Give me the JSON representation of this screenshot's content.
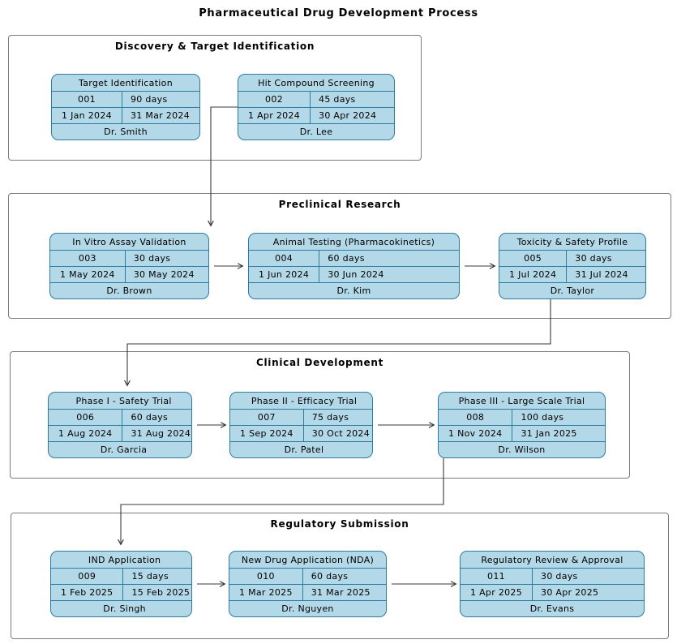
{
  "diagram_title": "Pharmaceutical Drug Development Process",
  "colors": {
    "card_fill": "#b3d8e8",
    "card_border": "#2e7ba0",
    "group_border": "#7b7b7b",
    "connector": "#3a3a3a"
  },
  "groups": [
    {
      "name": "Discovery & Target Identification",
      "tasks": [
        {
          "name": "Target Identification",
          "id": "001",
          "duration": "90 days",
          "start": "1 Jan 2024",
          "end": "31 Mar 2024",
          "owner": "Dr. Smith"
        },
        {
          "name": "Hit Compound Screening",
          "id": "002",
          "duration": "45 days",
          "start": "1 Apr 2024",
          "end": "30 Apr 2024",
          "owner": "Dr. Lee"
        }
      ]
    },
    {
      "name": "Preclinical Research",
      "tasks": [
        {
          "name": "In Vitro Assay Validation",
          "id": "003",
          "duration": "30 days",
          "start": "1 May 2024",
          "end": "30 May 2024",
          "owner": "Dr. Brown"
        },
        {
          "name": "Animal Testing (Pharmacokinetics)",
          "id": "004",
          "duration": "60 days",
          "start": "1 Jun 2024",
          "end": "30 Jun 2024",
          "owner": "Dr. Kim"
        },
        {
          "name": "Toxicity & Safety Profile",
          "id": "005",
          "duration": "30 days",
          "start": "1 Jul 2024",
          "end": "31 Jul 2024",
          "owner": "Dr. Taylor"
        }
      ]
    },
    {
      "name": "Clinical Development",
      "tasks": [
        {
          "name": "Phase I - Safety Trial",
          "id": "006",
          "duration": "60 days",
          "start": "1 Aug 2024",
          "end": "31 Aug 2024",
          "owner": "Dr. Garcia"
        },
        {
          "name": "Phase II - Efficacy Trial",
          "id": "007",
          "duration": "75 days",
          "start": "1 Sep 2024",
          "end": "30 Oct 2024",
          "owner": "Dr. Patel"
        },
        {
          "name": "Phase III - Large Scale Trial",
          "id": "008",
          "duration": "100 days",
          "start": "1 Nov 2024",
          "end": "31 Jan 2025",
          "owner": "Dr. Wilson"
        }
      ]
    },
    {
      "name": "Regulatory Submission",
      "tasks": [
        {
          "name": "IND Application",
          "id": "009",
          "duration": "15 days",
          "start": "1 Feb 2025",
          "end": "15 Feb 2025",
          "owner": "Dr. Singh"
        },
        {
          "name": "New Drug Application (NDA)",
          "id": "010",
          "duration": "60 days",
          "start": "1 Mar 2025",
          "end": "31 Mar 2025",
          "owner": "Dr. Nguyen"
        },
        {
          "name": "Regulatory Review & Approval",
          "id": "011",
          "duration": "30 days",
          "start": "1 Apr 2025",
          "end": "30 Apr 2025",
          "owner": "Dr. Evans"
        }
      ]
    }
  ]
}
